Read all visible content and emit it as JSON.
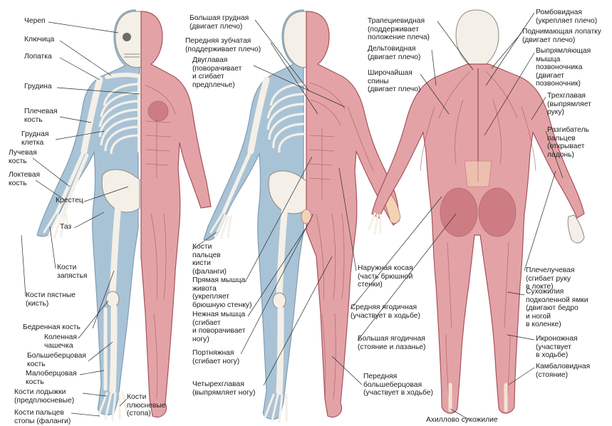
{
  "colors": {
    "background": "#ffffff",
    "bone": "#f4f0e8",
    "bone_outline": "#8d8a83",
    "body_blue": "#a9c3d6",
    "body_blue_outline": "#7f9db4",
    "muscle": "#e3a3a6",
    "muscle_dark": "#c76f78",
    "muscle_outline": "#a6525c",
    "skin_arm": "#f3d3b5",
    "leader_line": "#2a2a2a"
  },
  "figures": [
    {
      "name": "skeleton-figure",
      "view": "front"
    },
    {
      "name": "muscles-front-figure",
      "view": "front"
    },
    {
      "name": "muscles-back-figure",
      "view": "back"
    }
  ],
  "labels": {
    "skeleton": {
      "cherep": "Череп",
      "klyuchitsa": "Ключица",
      "lopatka": "Лопатка",
      "grudina": "Грудина",
      "plechevaya": "Плечевая\nкость",
      "grudnaya_kletka": "Грудная\nклетка",
      "luchevaya": "Лучевая\nкость",
      "loktevaya": "Локтевая\nкость",
      "krestets": "Крестец",
      "taz": "Таз",
      "kosti_zapyastya": "Кости\nзапястья",
      "kosti_pyastnye": "Кости пястные\n(кисть)",
      "bedrennaya": "Бедренная кость",
      "kolennaya": "Коленная\nчашечка",
      "bolshebertsovaya": "Большеберцовая\nкость",
      "maloberts": "Малоберцовая\nкость",
      "kosti_lodyzhki": "Кости лодыжки\n(предплюсневые)",
      "kosti_paltsev_stopy": "Кости пальцев\nстопы (фаланги)",
      "kosti_plyusnevye": "Кости\nплюсневые\n(стопа)"
    },
    "front": {
      "bolshaya_grudnaya": "Большая грудная\n(двигает плечо)",
      "perednyaya_zubchataya": "Передняя зубчатая\n(поддерживает плечо)",
      "dvuglavaya": "Двуглавая\n(поворачивает\nи сгибает\nпредплечье)",
      "kosti_paltsev_kisti": "Кости\nпальцев\nкисти\n(фаланги)",
      "pryamaya_zhivota": "Прямая мышца\nживота\n(укрепляет\nбрюшную стенку)",
      "nezhnaya": "Нежная мышца\n(сгибает\nи поворачивает\nногу)",
      "portnyazhnaya": "Портняжная\n(сгибает ногу)",
      "chetyrehglavaya": "Четырехглавая\n(выпрямляет ногу)",
      "naruzhnaya_kosaya": "Наружная косая\n(часть брюшной\nстенки)",
      "srednyaya_yagodichnaya": "Средняя ягодичная\n(участвует в ходьбе)",
      "bolshaya_yagodichnaya": "Большая ягодичная\n(стояние и лазанье)",
      "perednyaya_bolshebertsovaya": "Передняя\nбольшеберцовая\n(участвует в ходьбе)"
    },
    "back": {
      "trapetsievidnaya": "Трапециевидная\n(поддерживает\nположение плеча)",
      "deltovidnaya": "Дельтовидная\n(двигает плечо)",
      "shirochayshaya": "Широчайшая\nспины\n(двигает плечо)",
      "rombovidnaya": "Ромбовидная\n(укрепляет плечо)",
      "podnimayuschaya": "Поднимающая лопатку\n(двигает плечо)",
      "vypryamlyayuschaya": "Выпрямляющая\nмышца\nпозвоночника\n(двигает\nпозвоночник)",
      "trehglavaya": "Трехглавая\n(выпрямляет\nруку)",
      "razgibatel": "Разгибатель\nпальцев\n(открывает\nладонь)",
      "plecheluchevaya": "Плечелучевая\n(сгибает руку\nв локте)",
      "suhozhiliya": "Сухожилия\nподколенной ямки\n(двигают бедро\nи ногой\nв коленке)",
      "ikronozhnaya": "Икроножная\n(участвует\nв ходьбе)",
      "kambalovidnaya": "Камбаловидная\n(стояние)",
      "ahillovo": "Ахиллово сухожилие"
    }
  }
}
